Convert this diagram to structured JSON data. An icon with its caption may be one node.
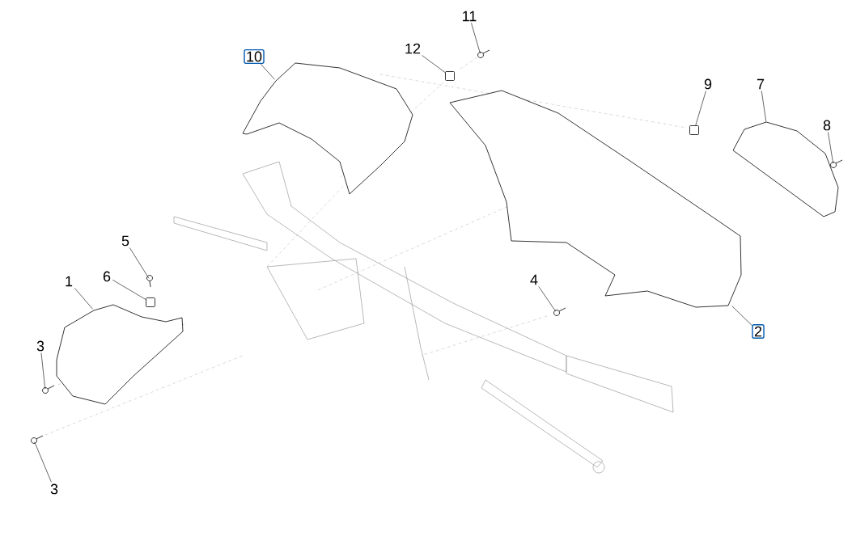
{
  "diagram": {
    "nodes": [
      {
        "text": [
          "1"
        ]
      },
      {
        "text": [
          "2"
        ]
      },
      {
        "text": [
          "3"
        ]
      },
      {
        "text": [
          "3"
        ]
      },
      {
        "text": [
          "4"
        ]
      },
      {
        "text": [
          "5"
        ]
      },
      {
        "text": [
          "6"
        ]
      },
      {
        "text": [
          "7"
        ]
      },
      {
        "text": [
          "8"
        ]
      },
      {
        "text": [
          "9"
        ]
      },
      {
        "text": [
          "10"
        ]
      },
      {
        "text": [
          "11"
        ]
      },
      {
        "text": [
          "12"
        ]
      },
      {
        "text": [],
        "shape": "picture"
      },
      {
        "text": [],
        "shape": "picture"
      },
      {
        "text": [],
        "shape": "picture"
      },
      {
        "text": [],
        "shape": "picture"
      },
      {
        "text": [],
        "shape": "picture"
      },
      {
        "text": [],
        "shape": "picture"
      },
      {
        "text": [],
        "shape": "box"
      },
      {
        "text": [],
        "shape": "picture"
      },
      {
        "text": [],
        "shape": "picture"
      },
      {
        "text": [],
        "shape": "box"
      },
      {
        "text": [],
        "shape": "picture"
      },
      {
        "text": [],
        "shape": "picture"
      },
      {
        "text": [],
        "shape": "box"
      }
    ],
    "edges": [
      {
        "from": 0,
        "to": 13,
        "arrow": "none"
      },
      {
        "from": 1,
        "to": 14,
        "arrow": "none"
      },
      {
        "from": 2,
        "to": 15,
        "arrow": "none"
      },
      {
        "from": 3,
        "to": 16,
        "arrow": "none"
      },
      {
        "from": 4,
        "to": 17,
        "arrow": "none"
      },
      {
        "from": 5,
        "to": 18,
        "arrow": "none"
      },
      {
        "from": 6,
        "to": 19,
        "arrow": "none"
      },
      {
        "from": 7,
        "to": 20,
        "arrow": "none"
      },
      {
        "from": 8,
        "to": 21,
        "arrow": "none"
      },
      {
        "from": 9,
        "to": 22,
        "arrow": "none"
      },
      {
        "from": 10,
        "to": 23,
        "arrow": "none"
      },
      {
        "from": 11,
        "to": 24,
        "arrow": "none"
      },
      {
        "from": 12,
        "to": 25,
        "arrow": "none"
      }
    ]
  }
}
